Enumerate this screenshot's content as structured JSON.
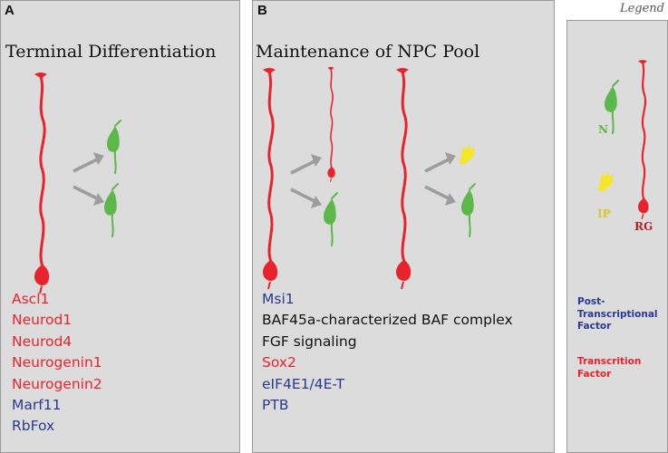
{
  "panels": {
    "a": {
      "label": "A",
      "title": "Terminal Differentiation",
      "factors": [
        {
          "name": "Ascl1",
          "type": "transcription"
        },
        {
          "name": "Neurod1",
          "type": "transcription"
        },
        {
          "name": "Neurod4",
          "type": "transcription"
        },
        {
          "name": "Neurogenin1",
          "type": "transcription"
        },
        {
          "name": "Neurogenin2",
          "type": "transcription"
        },
        {
          "name": "Marf11",
          "type": "post-transcriptional"
        },
        {
          "name": "RbFox",
          "type": "post-transcriptional"
        }
      ]
    },
    "b": {
      "label": "B",
      "title": "Maintenance of NPC Pool",
      "factors": [
        {
          "name": "Msi1",
          "type": "post-transcriptional"
        },
        {
          "name": "BAF45a-characterized BAF complex",
          "type": "other"
        },
        {
          "name": "FGF signaling",
          "type": "other"
        },
        {
          "name": "Sox2",
          "type": "transcription"
        },
        {
          "name": "eIF4E1/4E-T",
          "type": "post-transcriptional"
        },
        {
          "name": "PTB",
          "type": "post-transcriptional"
        }
      ]
    }
  },
  "legend": {
    "title": "Legend",
    "cells": {
      "n": "N",
      "ip": "IP",
      "rg": "RG"
    },
    "post_transcriptional": "Post-Transcriptional Factor",
    "transcription": "Transcrition Factor"
  },
  "colors": {
    "rg": "#e8232b",
    "neuron": "#5cb848",
    "ip": "#f5e627",
    "arrow": "#9d9d9d",
    "transcription_factor": "#e8232b",
    "post_transcriptional_factor": "#2b3990",
    "other_factor": "#111111",
    "panel_bg": "#dcdcdc"
  }
}
